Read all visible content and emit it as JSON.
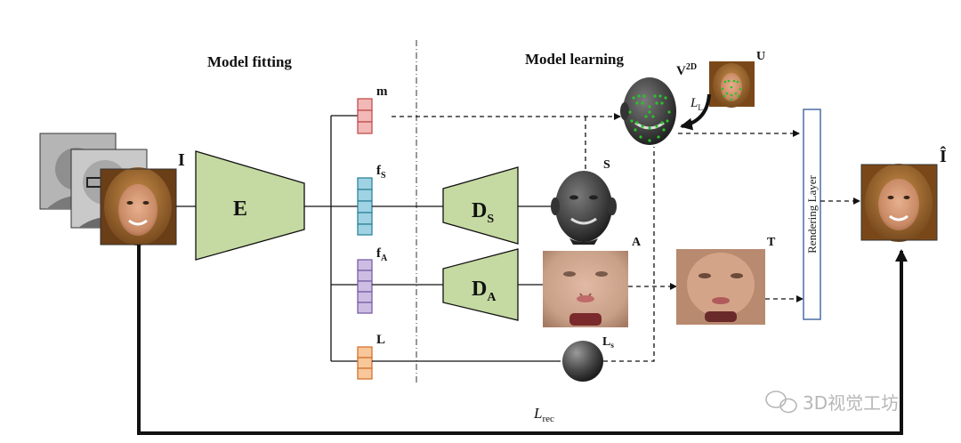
{
  "sections": {
    "model_fitting": "Model fitting",
    "model_learning": "Model learning"
  },
  "input_label": "I",
  "encoder_label": "E",
  "decoder_shape": {
    "main": "D",
    "sub": "S"
  },
  "decoder_albedo": {
    "main": "D",
    "sub": "A"
  },
  "latents": {
    "m": {
      "main": "m"
    },
    "fs": {
      "main": "f",
      "sub": "S"
    },
    "fa": {
      "main": "f",
      "sub": "A"
    },
    "l": {
      "main": "L"
    }
  },
  "outputs": {
    "shape": "S",
    "albedo": "A",
    "texture": "T",
    "lighting": {
      "main": "L",
      "sub": "s"
    },
    "vertices": {
      "main": "V",
      "sup": "2D"
    },
    "landmark_image": "U",
    "reconstruction": "Î"
  },
  "losses": {
    "landmark": {
      "main": "L",
      "sub": "L"
    },
    "rec": {
      "main": "L",
      "sub": "rec"
    }
  },
  "rendering_layer": "Rendering Layer",
  "watermark": "3D视觉工坊",
  "colors": {
    "trapezoid_fill": "#c5d9a2",
    "m_fill": "#f2b8b8",
    "m_stroke": "#c0504d",
    "fs_fill": "#9fd3e3",
    "fs_stroke": "#31849b",
    "fa_fill": "#cdbde3",
    "fa_stroke": "#7a5fa6",
    "l_fill": "#f8c79a",
    "l_stroke": "#d27330",
    "render_stroke": "#4a6fa5",
    "landmark_dot": "#29c229"
  }
}
